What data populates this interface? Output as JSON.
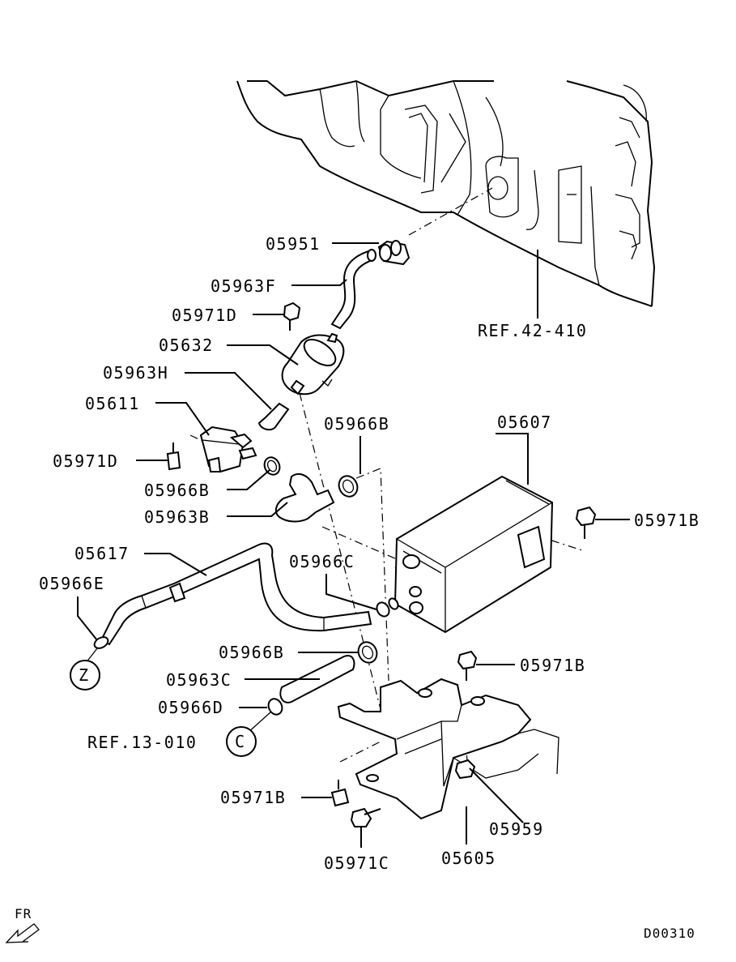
{
  "parts": {
    "p05951": "05951",
    "p05963F": "05963F",
    "p05971D_top": "05971D",
    "p05632": "05632",
    "p05963H": "05963H",
    "p05611": "05611",
    "p05971D_left": "05971D",
    "p05966B_a": "05966B",
    "p05966B_b": "05966B",
    "p05963B": "05963B",
    "p05607": "05607",
    "p05971B_right": "05971B",
    "p05617": "05617",
    "p05966C": "05966C",
    "p05966E": "05966E",
    "p05966B_c": "05966B",
    "p05971B_mid": "05971B",
    "p05963C": "05963C",
    "p05966D": "05966D",
    "p05971B_low": "05971B",
    "p05959": "05959",
    "p05971C": "05971C",
    "p05605": "05605"
  },
  "refs": {
    "ref_42_410": "REF.42-410",
    "ref_13_010": "REF.13-010"
  },
  "connectors": {
    "z": "Z",
    "c": "C"
  },
  "orientation": {
    "label": "FR"
  },
  "drawing_id": "D00310"
}
